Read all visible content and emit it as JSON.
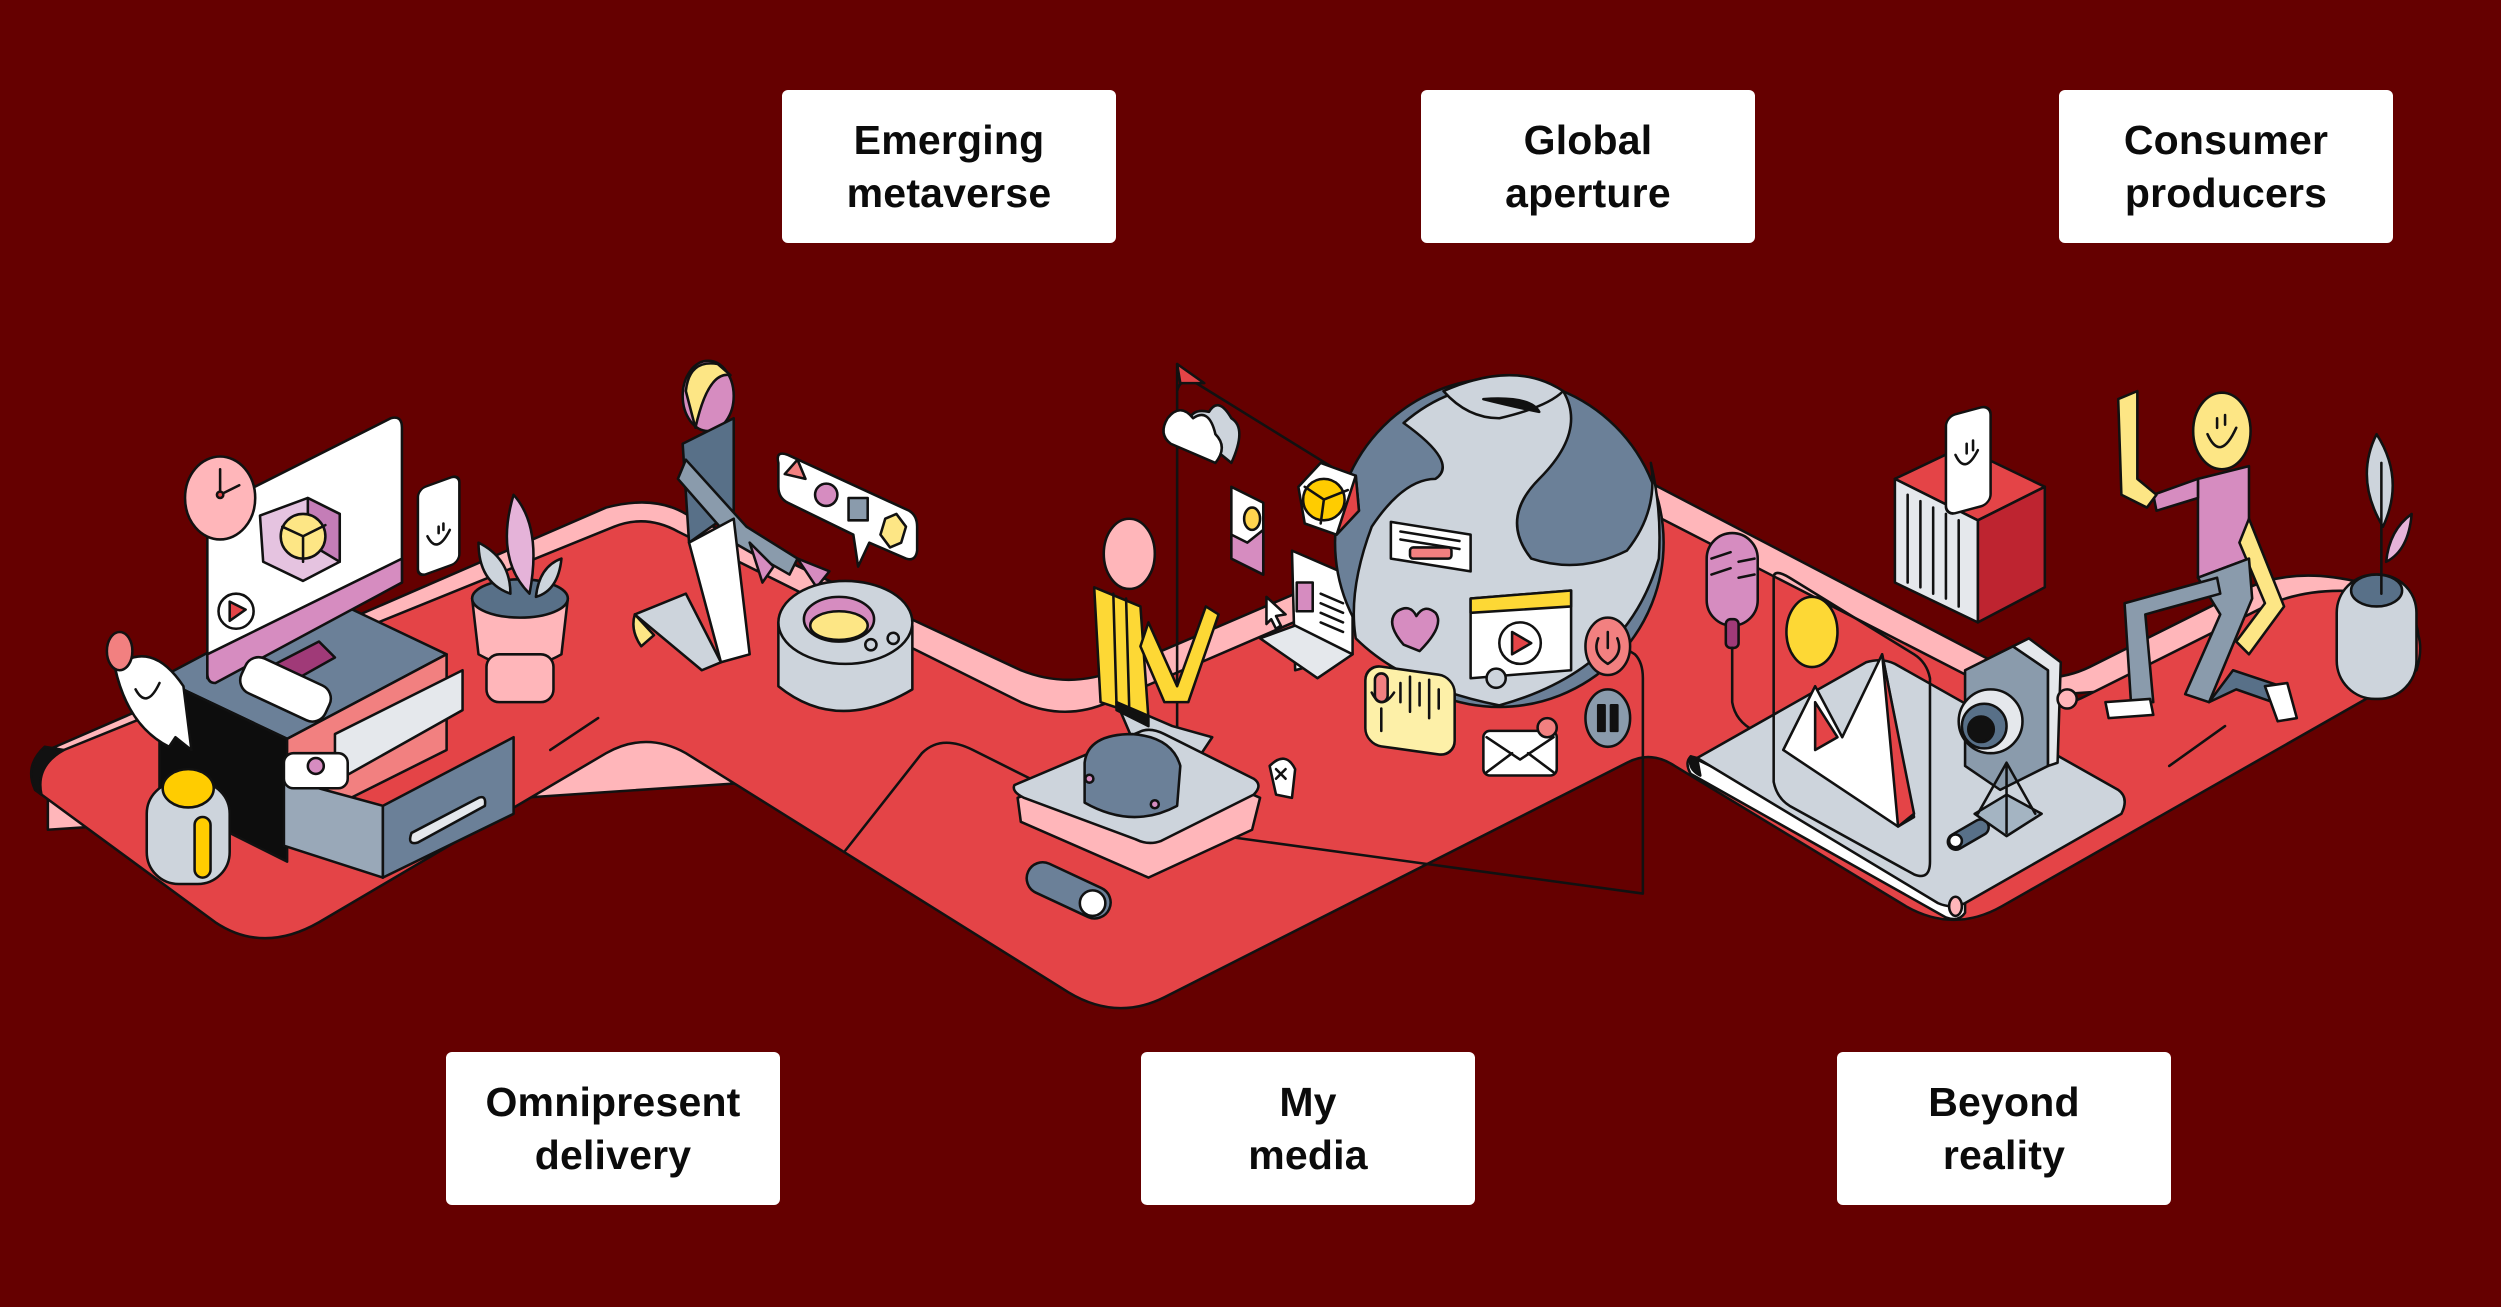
{
  "illustration": {
    "title": "Media and entertainment trends journey",
    "colors": {
      "background": "#650000",
      "platform": "#E44447",
      "platform_rim": "#FFB6BA",
      "outline": "#111111",
      "slate": "#587088",
      "light_grey": "#CDD4DC",
      "yellow": "#FDD835",
      "pale_yellow": "#FDF0A8",
      "lavender": "#D68CC0",
      "pink": "#FFB6BA"
    }
  },
  "labels": {
    "top": [
      {
        "id": "emerging-metaverse",
        "lines": [
          "Emerging",
          "metaverse"
        ]
      },
      {
        "id": "global-aperture",
        "lines": [
          "Global",
          "aperture"
        ]
      },
      {
        "id": "consumer-producers",
        "lines": [
          "Consumer",
          "producers"
        ]
      }
    ],
    "bottom": [
      {
        "id": "omnipresent-delivery",
        "lines": [
          "Omnipresent",
          "delivery"
        ]
      },
      {
        "id": "my-media",
        "lines": [
          "My",
          "media"
        ]
      },
      {
        "id": "beyond-reality",
        "lines": [
          "Beyond",
          "reality"
        ]
      }
    ]
  },
  "icons": [
    "clock-icon",
    "cube-icon",
    "play-icon",
    "smiley-card-icon",
    "plant-icon",
    "speech-bubble-icon",
    "file-drawer-icon",
    "cup-icon",
    "person-kneeling-icon",
    "shapes-bubble-icon",
    "smart-speaker-icon",
    "cloud-icon",
    "image-icon",
    "cursor-icon",
    "document-icon",
    "person-sitting-icon",
    "globe-icon",
    "notification-card-icon",
    "heart-icon",
    "video-player-icon",
    "power-icon",
    "pause-icon",
    "voice-message-icon",
    "mail-icon",
    "toggle-switch-icon",
    "microphone-icon",
    "vr-panel-icon",
    "pyramid-icon",
    "tablet-icon",
    "camera-icon",
    "tripod-icon",
    "box-icon",
    "person-dancing-icon",
    "vase-icon"
  ]
}
